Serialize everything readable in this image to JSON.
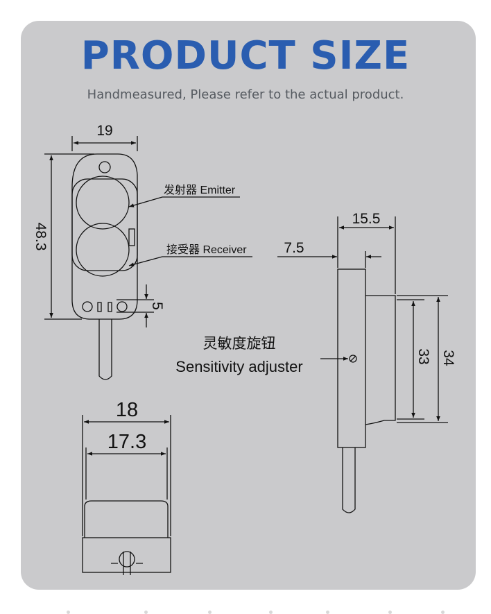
{
  "header": {
    "title": "PRODUCT SIZE",
    "subtitle": "Handmeasured, Please refer to the actual product."
  },
  "front_view": {
    "width_label": "19",
    "height_label": "48.3",
    "slot_label": "5",
    "emitter_label": "发射器 Emitter",
    "receiver_label": "接受器 Receiver"
  },
  "side_view": {
    "depth_label": "15.5",
    "body_label": "7.5",
    "height_inner_label": "33",
    "height_outer_label": "34",
    "adjuster_label_cn": "灵敏度旋钮",
    "adjuster_label_en": "Sensitivity adjuster"
  },
  "bottom_view": {
    "outer_width_label": "18",
    "inner_width_label": "17.3"
  },
  "colors": {
    "title": "#2a5db0",
    "card": "#cacacc",
    "line": "#111111"
  }
}
